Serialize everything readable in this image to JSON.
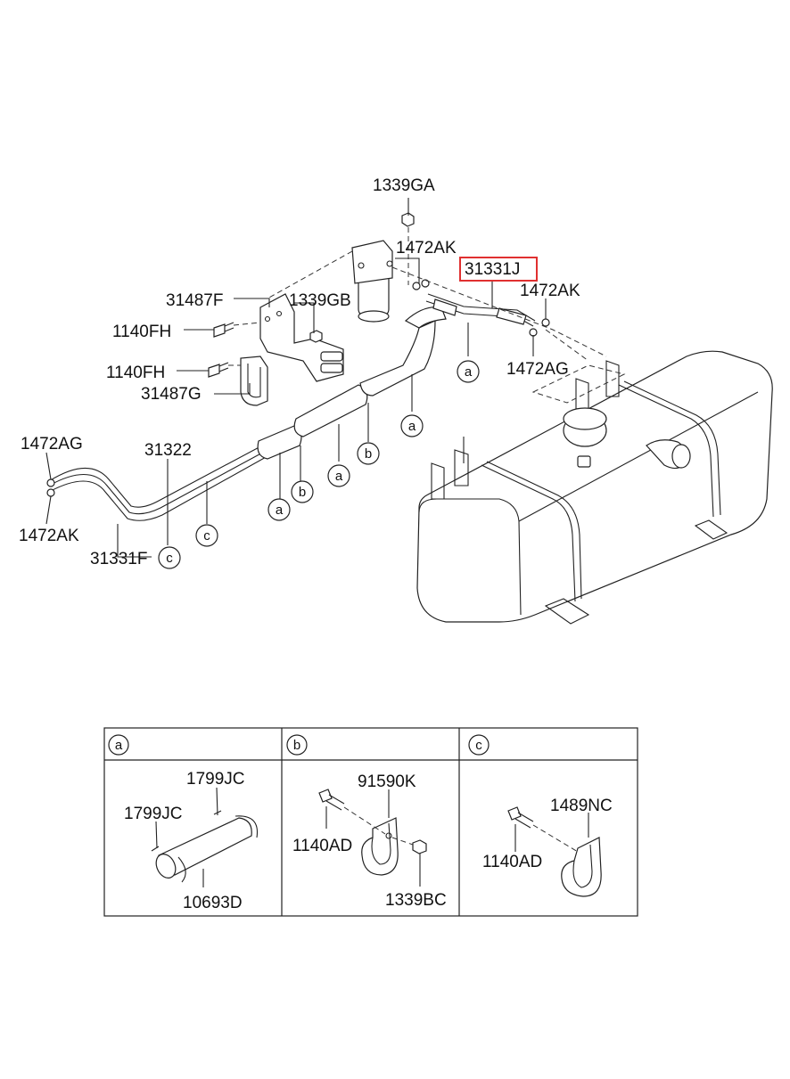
{
  "callouts": {
    "p1339GA": "1339GA",
    "p1472AK_top": "1472AK",
    "p31331J": "31331J",
    "p1472AK_right": "1472AK",
    "p1472AG_right": "1472AG",
    "p31487F": "31487F",
    "p1339GB": "1339GB",
    "p1140FH_a": "1140FH",
    "p1140FH_b": "1140FH",
    "p31487G": "31487G",
    "p1472AG_left": "1472AG",
    "p31322": "31322",
    "p1472AK_left": "1472AK",
    "p31331F": "31331F"
  },
  "circle_refs": {
    "a": "a",
    "b": "b",
    "c": "c"
  },
  "detail_table": {
    "headers": [
      "a",
      "b",
      "c"
    ],
    "cell_a": {
      "part1": "1799JC",
      "part2": "1799JC",
      "part3": "10693D"
    },
    "cell_b": {
      "part1": "91590K",
      "part2": "1140AD",
      "part3": "1339BC"
    },
    "cell_c": {
      "part1": "1489NC",
      "part2": "1140AD"
    }
  },
  "highlight": {
    "part": "31331J",
    "color": "#e03030"
  }
}
